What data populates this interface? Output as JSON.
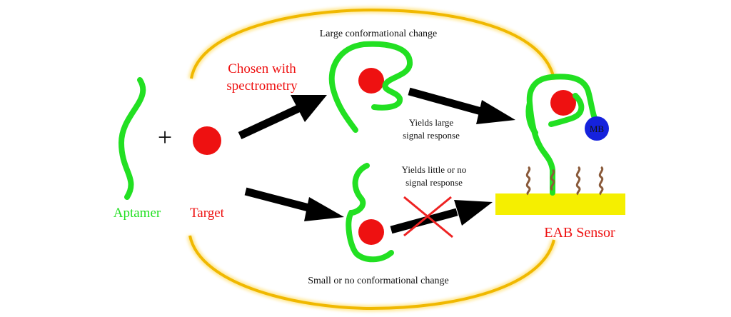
{
  "labels": {
    "aptamer": "Aptamer",
    "plus": "+",
    "target": "Target",
    "chosen_line1": "Chosen with",
    "chosen_line2": "spectrometry",
    "large_change": "Large conformational change",
    "small_change": "Small or no conformational change",
    "yields_large_line1": "Yields large",
    "yields_large_line2": "signal response",
    "yields_little_line1": "Yields little or no",
    "yields_little_line2": "signal response",
    "mb": "MB",
    "eab_sensor": "EAB Sensor"
  },
  "colors": {
    "aptamer": "#22e022",
    "target": "#ee1111",
    "arrow": "#000000",
    "cross": "#ee2222",
    "ellipse": "#f0b800",
    "electrode": "#f5ef00",
    "linker": "#8a5a3a",
    "mb": "#1522dd",
    "text_black": "#111111"
  }
}
